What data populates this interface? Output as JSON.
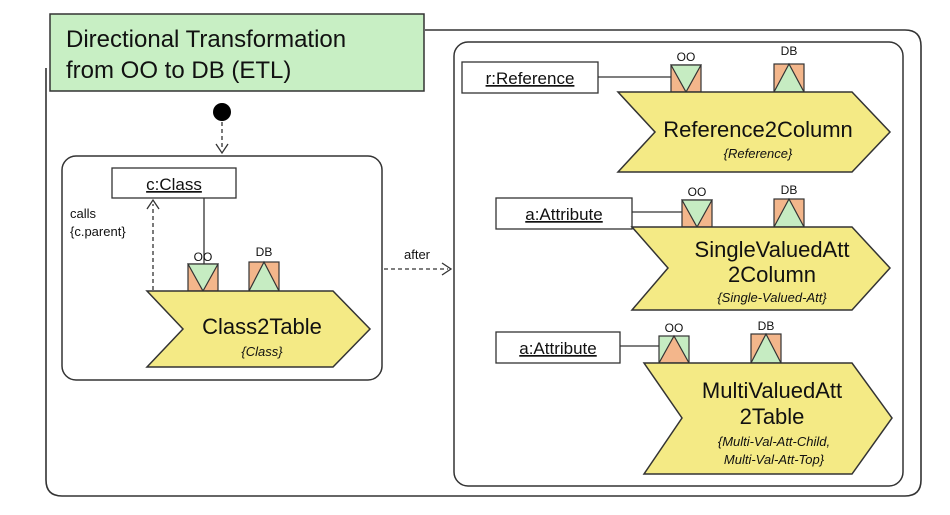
{
  "title": {
    "line1": "Directional Transformation",
    "line2": "from OO to DB (ETL)"
  },
  "left": {
    "object": "c:Class",
    "calls_label": "calls",
    "calls_arg": "{c.parent}",
    "port_oo": "OO",
    "port_db": "DB",
    "rule_name": "Class2Table",
    "rule_sub": "{Class}"
  },
  "after_label": "after",
  "rules": [
    {
      "object": "r:Reference",
      "port_oo": "OO",
      "port_db": "DB",
      "name_lines": [
        "Reference2Column"
      ],
      "sub_lines": [
        "{Reference}"
      ]
    },
    {
      "object": "a:Attribute",
      "port_oo": "OO",
      "port_db": "DB",
      "name_lines": [
        "SingleValuedAtt",
        "2Column"
      ],
      "sub_lines": [
        "{Single-Valued-Att}"
      ]
    },
    {
      "object": "a:Attribute",
      "port_oo": "OO",
      "port_db": "DB",
      "name_lines": [
        "MultiValuedAtt",
        "2Table"
      ],
      "sub_lines": [
        "{Multi-Val-Att-Child,",
        "Multi-Val-Att-Top}"
      ]
    }
  ],
  "colors": {
    "title_fill": "#c8efc4",
    "rule_fill": "#f4ea85",
    "oo_fill": "#c6ecc2",
    "db_fill": "#f3b68b",
    "stroke": "#333333"
  }
}
